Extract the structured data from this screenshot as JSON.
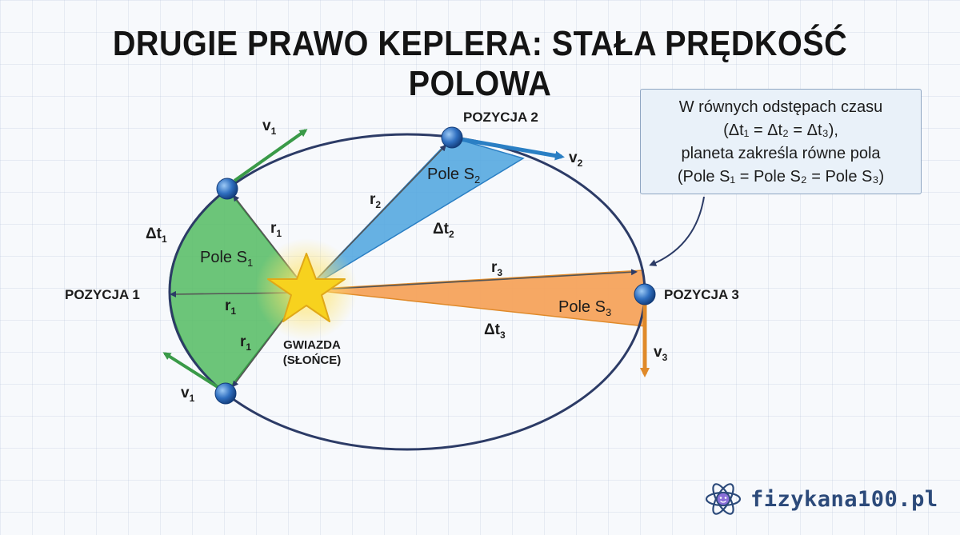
{
  "title": "DRUGIE PRAWO KEPLERA: STAŁA PRĘDKOŚĆ POLOWA",
  "labels": {
    "pos1": "POZYCJA 1",
    "pos2": "POZYCJA 2",
    "pos3": "POZYCJA 3",
    "star_line1": "GWIAZDA",
    "star_line2": "(SŁOŃCE)",
    "v_symbol": "v",
    "r_symbol": "r",
    "dt_symbol": "Δt",
    "area_prefix": "Pole S",
    "sub1": "1",
    "sub2": "2",
    "sub3": "3"
  },
  "info": {
    "line1": "W równych odstępach czasu",
    "line2": "(Δt₁ = Δt₂ = Δt₃),",
    "line3": "planeta zakreśla równe pola",
    "line4": "(Pole S₁ = Pole S₂ = Pole S₃)"
  },
  "logo": {
    "text": "fizykana100.pl",
    "icon": "atom-icon"
  },
  "colors": {
    "sector1": "#5cbf6a",
    "sector2": "#55a8e0",
    "sector3": "#f5a35c",
    "orbit": "#2c3b66",
    "planet": "#2f6fc0",
    "star": "#f7d21e",
    "arrow_green": "#3a9a48",
    "arrow_blue": "#2a7fc4",
    "arrow_orange": "#e08a2a"
  }
}
